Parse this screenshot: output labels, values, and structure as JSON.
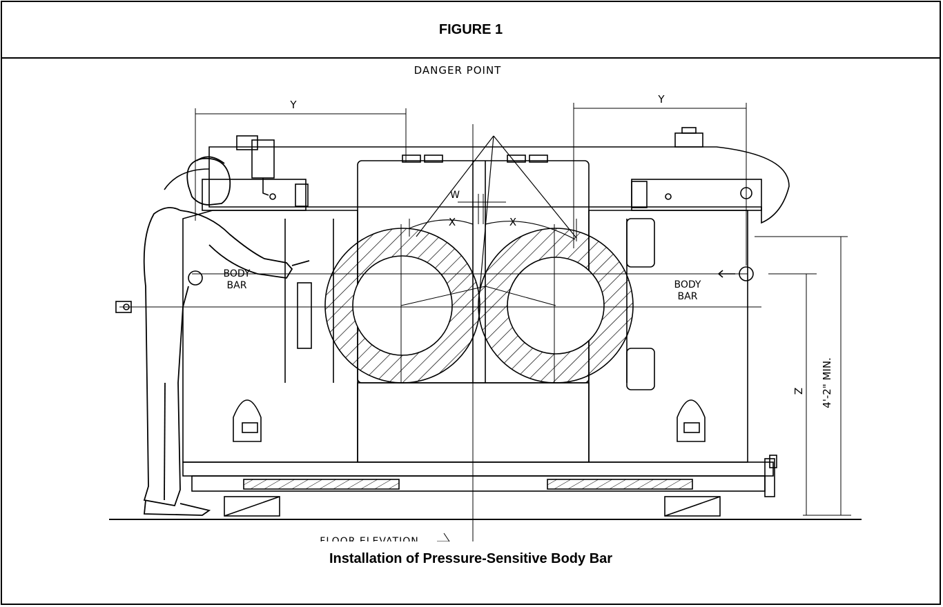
{
  "figure": {
    "title": "FIGURE 1",
    "caption": "Installation of Pressure-Sensitive Body Bar"
  },
  "drawing": {
    "labels": {
      "danger_point": "DANGER POINT",
      "dim_y_left": "Y",
      "dim_y_right": "Y",
      "dim_w": "W",
      "dim_x_left": "X",
      "dim_x_right": "X",
      "dim_z": "Z",
      "dim_height": "4'-2\" MIN.",
      "body_bar_left_1": "BODY",
      "body_bar_left_2": "BAR",
      "body_bar_right_1": "BODY",
      "body_bar_right_2": "BAR",
      "floor_elevation": "FLOOR ELEVATION"
    }
  }
}
